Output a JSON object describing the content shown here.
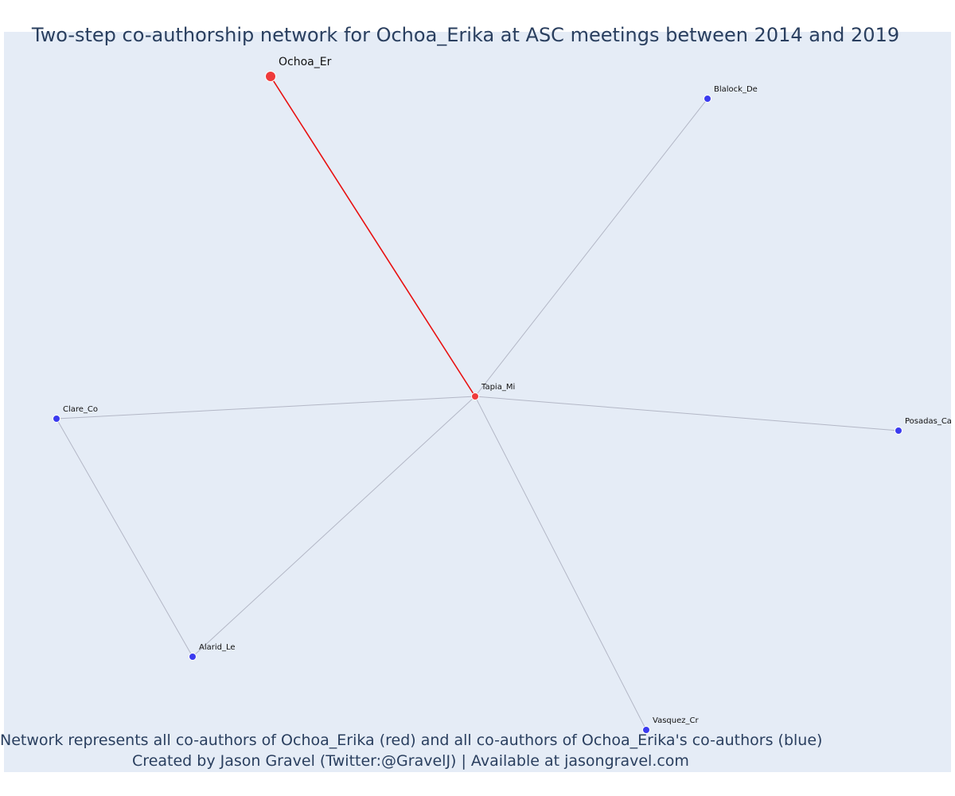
{
  "title": "Two-step co-authorship network for Ochoa_Erika at ASC meetings between 2014 and 2019",
  "caption_lines": [
    "Network represents all co-authors of Ochoa_Erika (red) and all co-authors of Ochoa_Erika's co-authors (blue)",
    "Created by Jason Gravel (Twitter:@GravelJ) | Available at jasongravel.com"
  ],
  "colors": {
    "background": "#e5ecf6",
    "focal_node": "#ef3b3b",
    "coauthor_node": "#ef3b3b",
    "second_step_node": "#3b3bef",
    "focal_edge": "#e81010",
    "other_edge": "#b3b7c6",
    "text": "#2a3f5f"
  },
  "nodes": [
    {
      "id": "Ochoa_Er",
      "label": "Ochoa_Er",
      "group": "focal"
    },
    {
      "id": "Tapia_Mi",
      "label": "Tapia_Mi",
      "group": "coauthor"
    },
    {
      "id": "Blalock_De",
      "label": "Blalock_De",
      "group": "second_step"
    },
    {
      "id": "Clare_Co",
      "label": "Clare_Co",
      "group": "second_step"
    },
    {
      "id": "Posadas_Ca",
      "label": "Posadas_Ca",
      "group": "second_step"
    },
    {
      "id": "Alarid_Le",
      "label": "Alarid_Le",
      "group": "second_step"
    },
    {
      "id": "Vasquez_Cr",
      "label": "Vasquez_Cr",
      "group": "second_step"
    }
  ],
  "edges": [
    {
      "source": "Ochoa_Er",
      "target": "Tapia_Mi",
      "type": "focal"
    },
    {
      "source": "Tapia_Mi",
      "target": "Blalock_De",
      "type": "other"
    },
    {
      "source": "Tapia_Mi",
      "target": "Clare_Co",
      "type": "other"
    },
    {
      "source": "Tapia_Mi",
      "target": "Posadas_Ca",
      "type": "other"
    },
    {
      "source": "Tapia_Mi",
      "target": "Alarid_Le",
      "type": "other"
    },
    {
      "source": "Tapia_Mi",
      "target": "Vasquez_Cr",
      "type": "other"
    },
    {
      "source": "Clare_Co",
      "target": "Alarid_Le",
      "type": "other"
    }
  ]
}
